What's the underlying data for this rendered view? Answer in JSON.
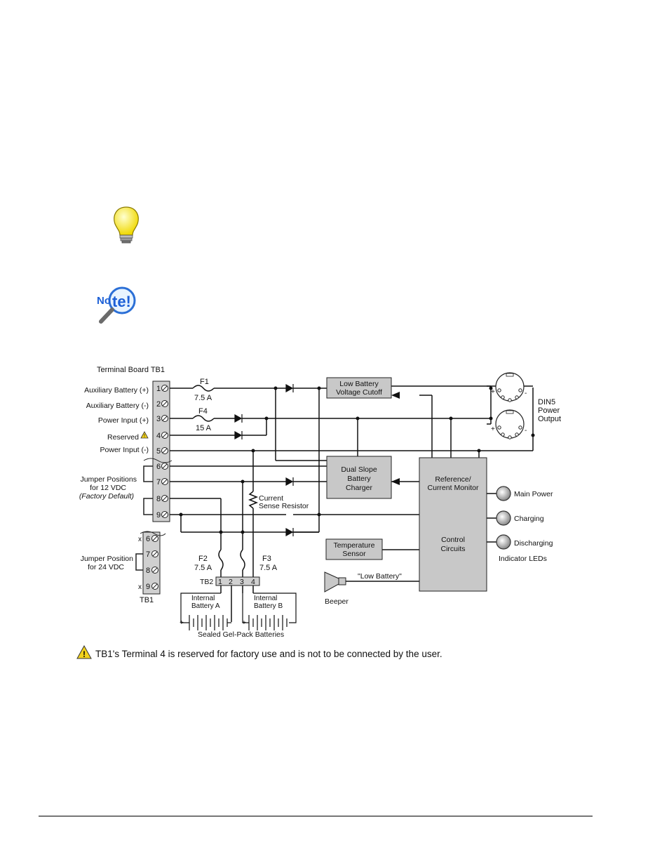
{
  "terminal_board": {
    "title": "Terminal Board TB1",
    "terminals": [
      {
        "num": "1",
        "label": "Auxiliary Battery (+)"
      },
      {
        "num": "2",
        "label": "Auxiliary Battery (-)"
      },
      {
        "num": "3",
        "label": "Power Input (+)"
      },
      {
        "num": "4",
        "label": "Reserved"
      },
      {
        "num": "5",
        "label": "Power Input (-)"
      },
      {
        "num": "6",
        "label": ""
      },
      {
        "num": "7",
        "label": ""
      },
      {
        "num": "8",
        "label": ""
      },
      {
        "num": "9",
        "label": ""
      }
    ],
    "jumper_12": [
      "Jumper Positions",
      "for 12 VDC",
      "(Factory Default)"
    ],
    "jumper_24": [
      "Jumper Position",
      "for 24 VDC"
    ],
    "tb1_small": {
      "name": "TB1",
      "nums": [
        "6",
        "7",
        "8",
        "9"
      ],
      "x_marks": [
        "x",
        "x"
      ]
    }
  },
  "fuses": {
    "f1": {
      "name": "F1",
      "rating": "7.5 A"
    },
    "f4": {
      "name": "F4",
      "rating": "15 A"
    },
    "f2": {
      "name": "F2",
      "rating": "7.5 A"
    },
    "f3": {
      "name": "F3",
      "rating": "7.5 A"
    }
  },
  "blocks": {
    "low_battery": [
      "Low Battery",
      "Voltage Cutoff"
    ],
    "charger": [
      "Dual Slope",
      "Battery",
      "Charger"
    ],
    "monitor": [
      "Reference/",
      "Current Monitor"
    ],
    "control": [
      "Control",
      "Circuits"
    ],
    "temperature": [
      "Temperature",
      "Sensor"
    ]
  },
  "din5": {
    "lines": [
      "DIN5",
      "Power",
      "Output"
    ],
    "plus": "+",
    "minus": "-"
  },
  "current_sense": [
    "Current",
    "Sense Resistor"
  ],
  "leds": {
    "items": [
      "Main Power",
      "Charging",
      "Discharging"
    ],
    "caption": "Indicator LEDs"
  },
  "beeper": {
    "label": "Beeper",
    "signal": "\"Low Battery\""
  },
  "tb2": {
    "name": "TB2",
    "nums": [
      "1",
      "2",
      "3",
      "4"
    ]
  },
  "batteries": {
    "a": [
      "Internal",
      "Battery A"
    ],
    "b": [
      "Internal",
      "Battery B"
    ],
    "plus": "+",
    "minus": "-",
    "caption": "Sealed Gel-Pack Batteries"
  },
  "warning_note": "TB1's Terminal 4 is reserved for factory use and is not to be connected by the user.",
  "icons": [
    "lightbulb-icon",
    "note-magnifier-icon",
    "warning-icon"
  ],
  "colors": {
    "block_fill": "#c8c8c8",
    "bulb": "#fff04a",
    "note_text": "#1c5fd6",
    "warning": "#f2d21c"
  }
}
